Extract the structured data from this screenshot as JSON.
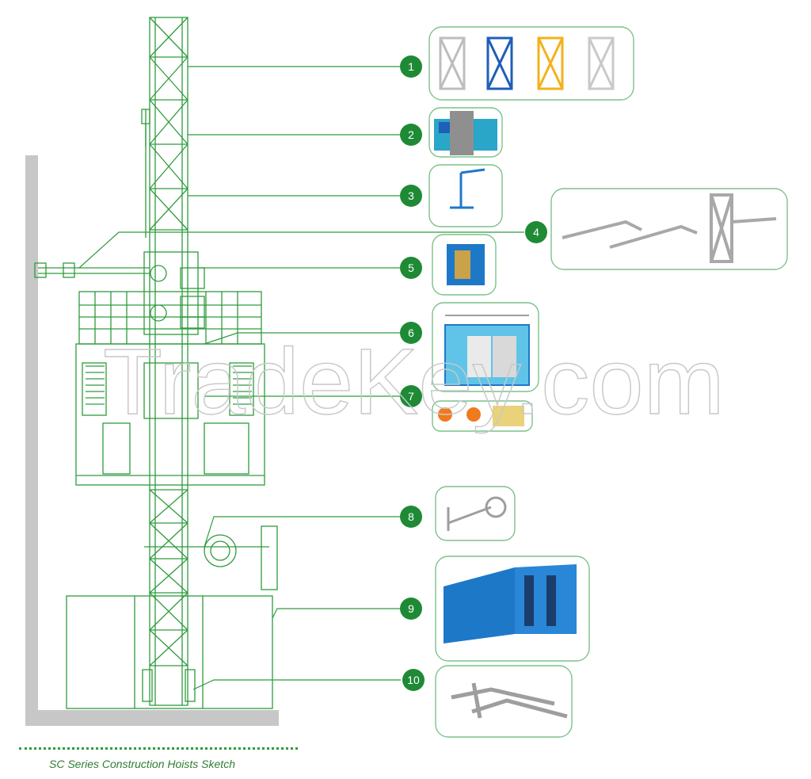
{
  "colors": {
    "line_green": "#2e9c3c",
    "badge_green": "#1f8a35",
    "box_border": "#7cc28a",
    "wall_gray": "#c7c7c7",
    "steel_blue": "#1e78c8",
    "yellow": "#f2b21b",
    "orange": "#f07a1e"
  },
  "callouts": [
    {
      "label": "1",
      "part": "mast-section"
    },
    {
      "label": "2",
      "part": "drive-unit"
    },
    {
      "label": "3",
      "part": "jib-crane"
    },
    {
      "label": "4",
      "part": "wall-tie"
    },
    {
      "label": "5",
      "part": "drive-system"
    },
    {
      "label": "6",
      "part": "cage"
    },
    {
      "label": "7",
      "part": "safety-device"
    },
    {
      "label": "8",
      "part": "cable-drum"
    },
    {
      "label": "9",
      "part": "base-enclosure"
    },
    {
      "label": "10",
      "part": "chassis"
    }
  ],
  "watermark": "TradeKey.com",
  "caption": "SC Series Construction Hoists Sketch"
}
